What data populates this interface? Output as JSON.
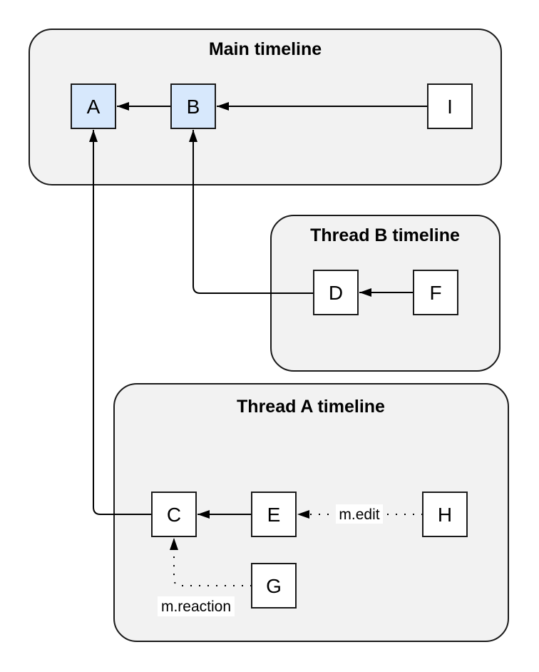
{
  "diagram": {
    "containers": [
      {
        "id": "main-timeline",
        "label": "Main timeline"
      },
      {
        "id": "thread-b-timeline",
        "label": "Thread B timeline"
      },
      {
        "id": "thread-a-timeline",
        "label": "Thread A timeline"
      }
    ],
    "nodes": [
      {
        "id": "A",
        "label": "A",
        "highlighted": true,
        "timeline": "main"
      },
      {
        "id": "B",
        "label": "B",
        "highlighted": true,
        "timeline": "main"
      },
      {
        "id": "I",
        "label": "I",
        "highlighted": false,
        "timeline": "main"
      },
      {
        "id": "D",
        "label": "D",
        "highlighted": false,
        "timeline": "thread-b"
      },
      {
        "id": "F",
        "label": "F",
        "highlighted": false,
        "timeline": "thread-b"
      },
      {
        "id": "C",
        "label": "C",
        "highlighted": false,
        "timeline": "thread-a"
      },
      {
        "id": "E",
        "label": "E",
        "highlighted": false,
        "timeline": "thread-a"
      },
      {
        "id": "H",
        "label": "H",
        "highlighted": false,
        "timeline": "thread-a"
      },
      {
        "id": "G",
        "label": "G",
        "highlighted": false,
        "timeline": "thread-a"
      }
    ],
    "edges": [
      {
        "from": "B",
        "to": "A",
        "style": "solid",
        "label": ""
      },
      {
        "from": "I",
        "to": "B",
        "style": "solid",
        "label": ""
      },
      {
        "from": "F",
        "to": "D",
        "style": "solid",
        "label": ""
      },
      {
        "from": "D",
        "to": "B",
        "style": "solid",
        "label": ""
      },
      {
        "from": "E",
        "to": "C",
        "style": "solid",
        "label": ""
      },
      {
        "from": "H",
        "to": "E",
        "style": "dotted",
        "label": "m.edit"
      },
      {
        "from": "C",
        "to": "A",
        "style": "solid",
        "label": ""
      },
      {
        "from": "G",
        "to": "C",
        "style": "dotted",
        "label": "m.reaction"
      }
    ],
    "colors": {
      "background": "#ffffff",
      "container_fill": "#f2f2f2",
      "node_fill": "#ffffff",
      "node_fill_highlighted": "#d7e8fc",
      "stroke": "#1a1a1a"
    }
  }
}
